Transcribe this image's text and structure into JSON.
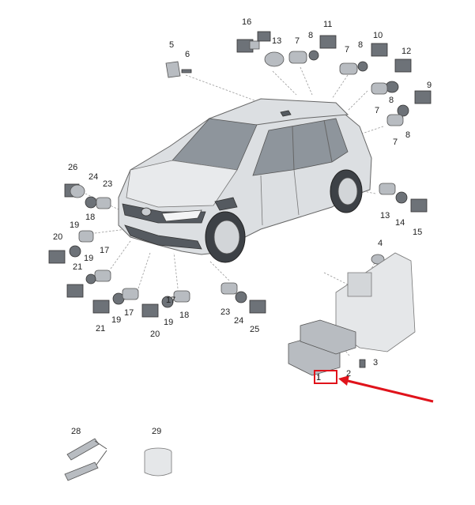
{
  "labels": {
    "l1": "1",
    "l2": "2",
    "l3": "3",
    "l4": "4",
    "l5": "5",
    "l6": "6",
    "l7a": "7",
    "l7b": "7",
    "l7c": "7",
    "l7d": "7",
    "l8a": "8",
    "l8b": "8",
    "l8c": "8",
    "l8d": "8",
    "l9": "9",
    "l10": "10",
    "l11": "11",
    "l12": "12",
    "l13a": "13",
    "l13b": "13",
    "l14": "14",
    "l15": "15",
    "l16": "16",
    "l17a": "17",
    "l17b": "17",
    "l17c": "17",
    "l18a": "18",
    "l18b": "18",
    "l19a": "19",
    "l19b": "19",
    "l19c": "19",
    "l19d": "19",
    "l20a": "20",
    "l20b": "20",
    "l21a": "21",
    "l21b": "21",
    "l23a": "23",
    "l23b": "23",
    "l24a": "24",
    "l24b": "24",
    "l25": "25",
    "l26": "26",
    "l28": "28",
    "l29": "29"
  },
  "colors": {
    "highlight": "#e0131b",
    "line": "#9a9a9a",
    "part": "#b8bcc1"
  }
}
